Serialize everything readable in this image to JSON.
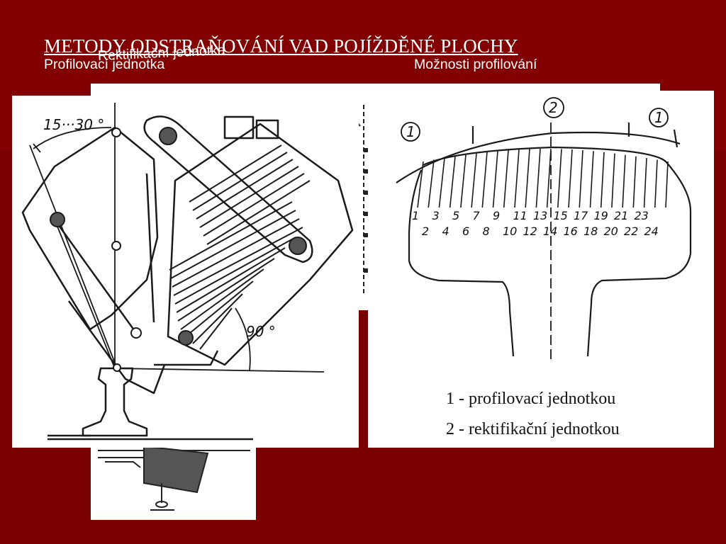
{
  "slide": {
    "title": "METODY ODSTRAŇOVÁNÍ VAD POJÍŽDĚNÉ PLOCHY",
    "colors": {
      "background": "#7a0000",
      "text": "#ffffff"
    }
  },
  "captions": {
    "profilovaci": "Profilovací jednotka",
    "rektifikacni": "Rektifikační jednotka",
    "moznosti": "Možnosti profilování"
  },
  "unit_drawing": {
    "angle_top": "15···30 °",
    "angle_bottom": "90 °"
  },
  "profile_drawing": {
    "zone_markers": [
      "1",
      "2",
      "1"
    ],
    "passes_top": [
      "1",
      "3",
      "5",
      "7",
      "9",
      "11",
      "13",
      "15",
      "17",
      "19",
      "21",
      "23"
    ],
    "passes_bottom": [
      "2",
      "4",
      "6",
      "8",
      "10",
      "12",
      "14",
      "16",
      "18",
      "20",
      "22",
      "24"
    ],
    "legend": [
      "1 - profilovací jednotkou",
      "2 - rektifikační jednotkou"
    ]
  }
}
